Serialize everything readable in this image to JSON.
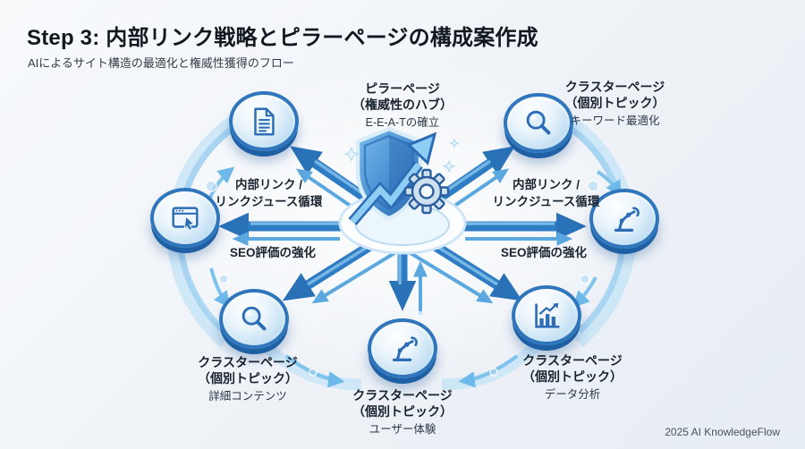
{
  "header": {
    "title": "Step 3: 内部リンク戦略とピラーページの構成案作成",
    "subtitle": "AIによるサイト構造の最適化と権威性獲得のフロー"
  },
  "hub": {
    "icon": "shield-growth-gear-icon",
    "name": "ピラーページ",
    "role": "（権威性のハブ）",
    "detail": "E-E-A-Tの確立"
  },
  "edges": {
    "left": {
      "link_line1": "内部リンク /",
      "link_line2": "リンクジュース循環",
      "seo": "SEO評価の強化"
    },
    "right": {
      "link_line1": "内部リンク /",
      "link_line2": "リンクジュース循環",
      "seo": "SEO評価の強化"
    }
  },
  "nodes": {
    "top_left": {
      "icon": "document-icon"
    },
    "left": {
      "icon": "browser-cursor-icon"
    },
    "top_right": {
      "icon": "magnifier-icon",
      "name": "クラスターページ",
      "role": "（個別トピック）",
      "detail": "キーワード最適化"
    },
    "right": {
      "icon": "robot-arm-icon"
    },
    "bottom_left": {
      "icon": "magnifier-icon",
      "name": "クラスターページ",
      "role": "（個別トピック）",
      "detail": "詳細コンテンツ"
    },
    "bottom_center": {
      "icon": "robot-arm-icon",
      "name": "クラスターページ",
      "role": "（個別トピック）",
      "detail": "ユーザー体験"
    },
    "bottom_right": {
      "icon": "bar-chart-icon",
      "name": "クラスターページ",
      "role": "（個別トピック）",
      "detail": "データ分析"
    }
  },
  "footer": {
    "credit": "2025 AI KnowledgeFlow"
  },
  "colors": {
    "arrow_primary": "#2e7cc4",
    "arrow_light": "#5ba8e0",
    "ribbon": "#bfe1f6",
    "node_rim": "#2f76bc",
    "shield_dark": "#2f6db8",
    "shield_light": "#6ab1e6",
    "title_text": "#121820"
  }
}
